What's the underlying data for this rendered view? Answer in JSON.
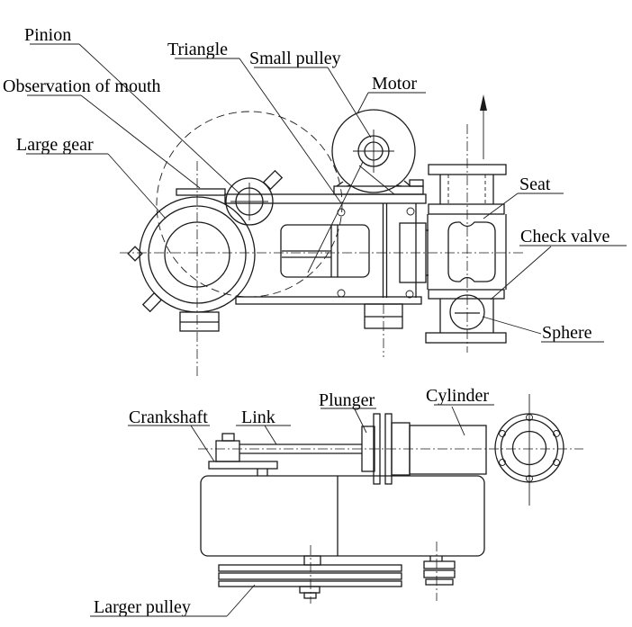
{
  "diagram": {
    "colors": {
      "line": "#1b1b1b",
      "background": "#ffffff",
      "text": "#000000"
    },
    "flow_arrow": {
      "direction": "up"
    },
    "labels": {
      "pinion": "Pinion",
      "triangle": "Triangle",
      "small_pulley": "Small pulley",
      "observation": "Observation of mouth",
      "large_gear": "Large gear",
      "motor": "Motor",
      "seat": "Seat",
      "check_valve": "Check valve",
      "sphere": "Sphere",
      "crankshaft": "Crankshaft",
      "link": "Link",
      "plunger": "Plunger",
      "cylinder": "Cylinder",
      "larger_pulley": "Larger pulley"
    }
  }
}
